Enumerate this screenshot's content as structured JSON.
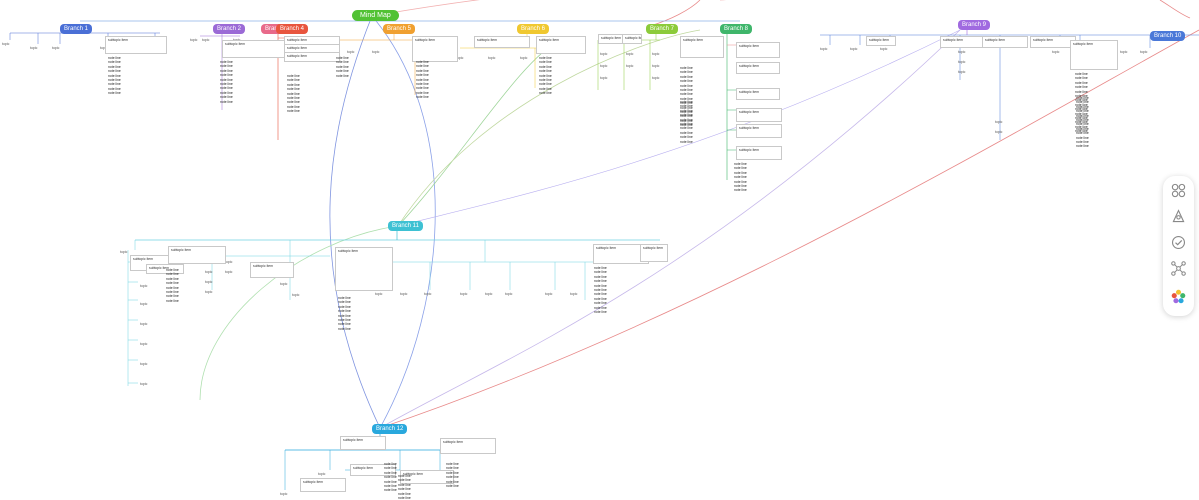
{
  "map": {
    "root": {
      "label": "Mind Map"
    },
    "branches": [
      {
        "label": "Branch 1",
        "color": "#4a6fd6"
      },
      {
        "label": "Branch 2",
        "color": "#9b6ad6"
      },
      {
        "label": "Branch 3",
        "color": "#e86a8a"
      },
      {
        "label": "Branch 4",
        "color": "#e8553e"
      },
      {
        "label": "Branch 5",
        "color": "#f0a030"
      },
      {
        "label": "Branch 6",
        "color": "#f0c830"
      },
      {
        "label": "Branch 7",
        "color": "#8ccb3a"
      },
      {
        "label": "Branch 8",
        "color": "#3fb66b"
      },
      {
        "label": "Branch 9",
        "color": "#a06ae0"
      },
      {
        "label": "Branch 10",
        "color": "#4a78d8"
      },
      {
        "label": "Branch 11",
        "color": "#3ec1d3"
      },
      {
        "label": "Branch 12",
        "color": "#29a8dd"
      }
    ],
    "leaf_text": "topic",
    "card_text": "subtopic item",
    "note_text": "note line"
  },
  "toolbar": {
    "icons": [
      "template-icon",
      "style-icon",
      "check-icon",
      "structure-icon",
      "color-palette-icon"
    ]
  }
}
